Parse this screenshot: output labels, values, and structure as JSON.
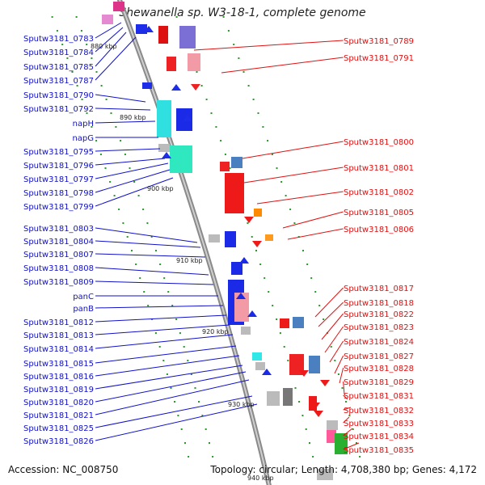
{
  "title": "Shewanella sp. W3-18-1, complete genome",
  "footer": {
    "accession": "Accession: NC_008750",
    "summary": "Topology: circular; Length: 4,708,380 bp; Genes: 4,172"
  },
  "colors": {
    "backbone": "#8a8a8a",
    "forward_label": "#1010c8",
    "reverse_label": "#e01010",
    "tick": "#2a9a2a"
  },
  "scale_marks": [
    "880 kbp",
    "890 kbp",
    "900 kbp",
    "910 kbp",
    "920 kbp",
    "930 kbp",
    "940 kbp"
  ],
  "left_labels": [
    "Sputw3181_0783",
    "Sputw3181_0784",
    "Sputw3181_0785",
    "Sputw3181_0787",
    "Sputw3181_0790",
    "Sputw3181_0792",
    "napH",
    "napG",
    "Sputw3181_0795",
    "Sputw3181_0796",
    "Sputw3181_0797",
    "Sputw3181_0798",
    "Sputw3181_0799",
    "Sputw3181_0803",
    "Sputw3181_0804",
    "Sputw3181_0807",
    "Sputw3181_0808",
    "Sputw3181_0809",
    "panC",
    "panB",
    "Sputw3181_0812",
    "Sputw3181_0813",
    "Sputw3181_0814",
    "Sputw3181_0815",
    "Sputw3181_0816",
    "Sputw3181_0819",
    "Sputw3181_0820",
    "Sputw3181_0821",
    "Sputw3181_0825",
    "Sputw3181_0826"
  ],
  "right_labels": [
    "Sputw3181_0789",
    "Sputw3181_0791",
    "Sputw3181_0800",
    "Sputw3181_0801",
    "Sputw3181_0802",
    "Sputw3181_0805",
    "Sputw3181_0806",
    "Sputw3181_0817",
    "Sputw3181_0818",
    "Sputw3181_0822",
    "Sputw3181_0823",
    "Sputw3181_0824",
    "Sputw3181_0827",
    "Sputw3181_0828",
    "Sputw3181_0829",
    "Sputw3181_0831",
    "Sputw3181_0832",
    "Sputw3181_0833",
    "Sputw3181_0834",
    "Sputw3181_0835"
  ]
}
